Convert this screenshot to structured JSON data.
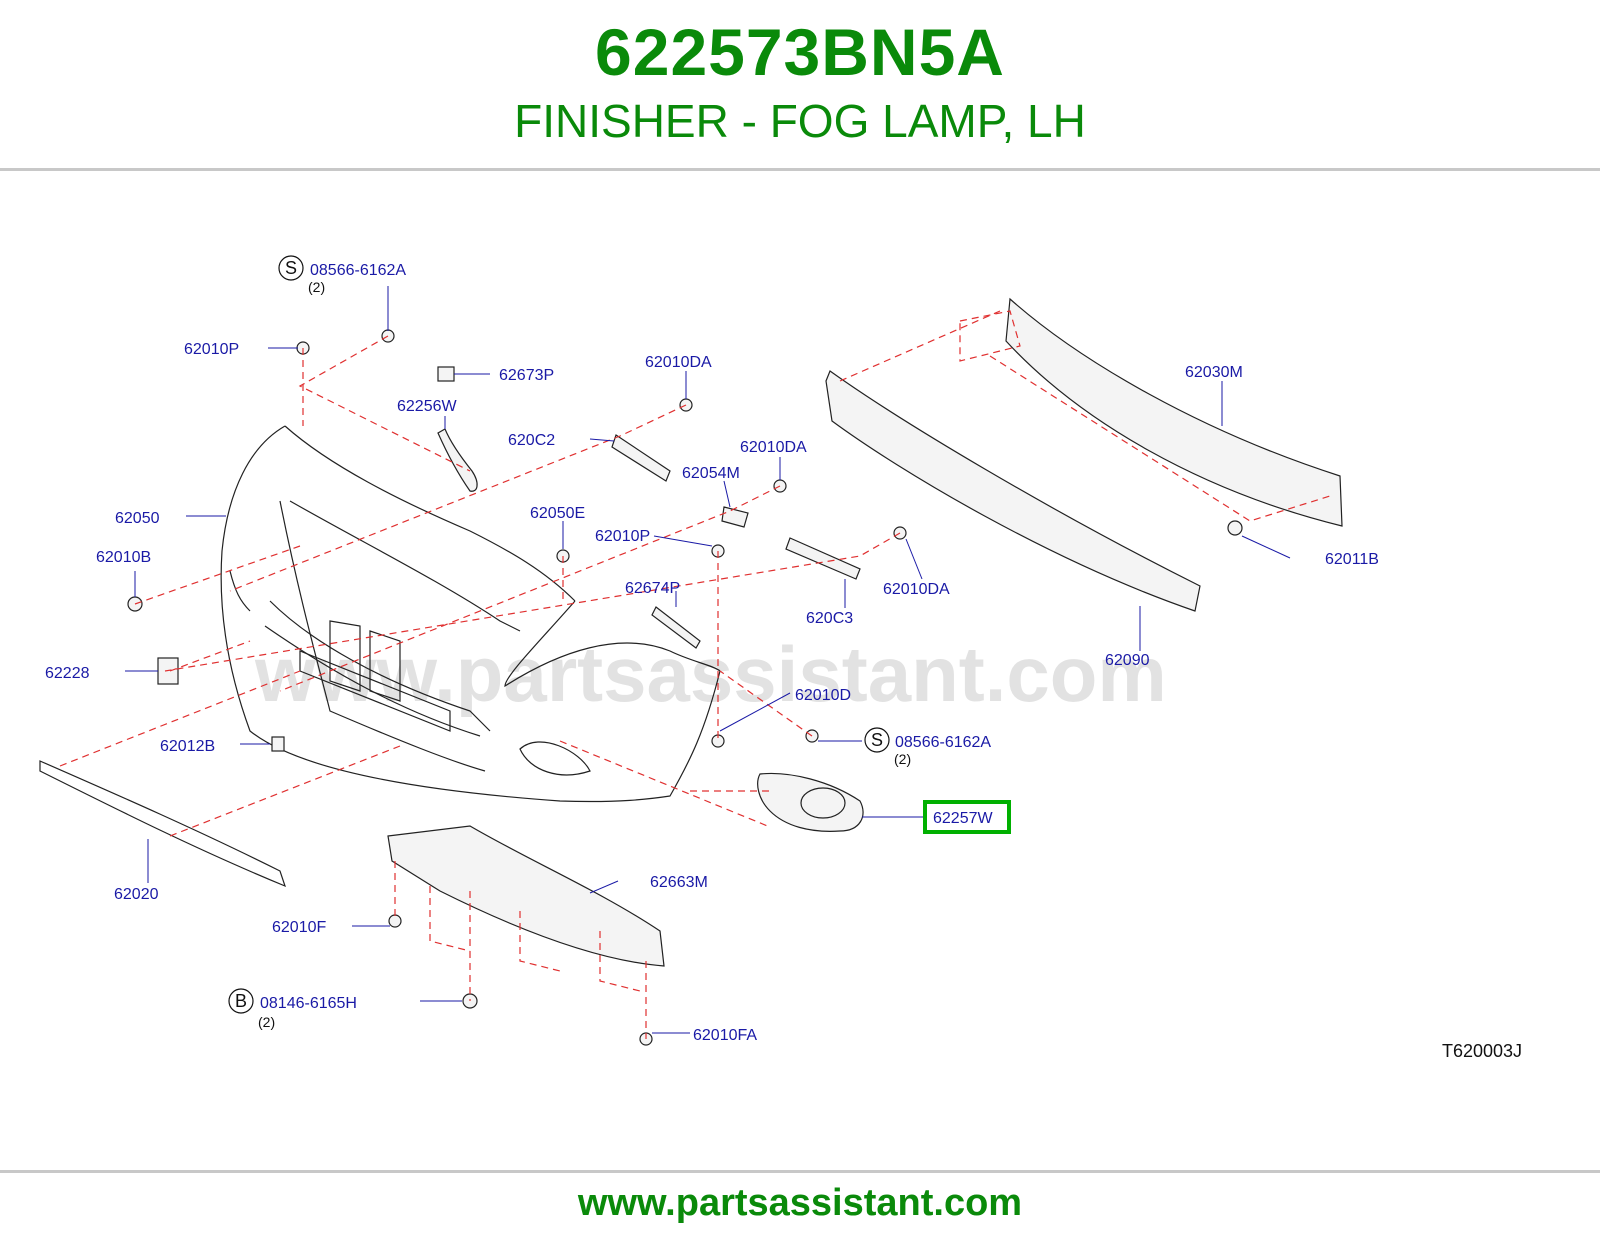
{
  "header": {
    "part_number": "622573BN5A",
    "description": "FINISHER - FOG LAMP, LH"
  },
  "diagram": {
    "watermark": "www.partsassistant.com",
    "drawing_code": "T620003J",
    "highlight_color": "#00b000",
    "labels": {
      "l_08566_top": "08566-6162A",
      "l_08566_top_qty": "(2)",
      "l_62010P_top": "62010P",
      "l_62673P": "62673P",
      "l_62256W": "62256W",
      "l_62010DA_a": "62010DA",
      "l_620C2": "620C2",
      "l_62010DA_b": "62010DA",
      "l_62054M": "62054M",
      "l_62030M": "62030M",
      "l_62050": "62050",
      "l_62050E": "62050E",
      "l_62010P_mid": "62010P",
      "l_62010DA_c": "62010DA",
      "l_62011B": "62011B",
      "l_62010B": "62010B",
      "l_62674P": "62674P",
      "l_620C3": "620C3",
      "l_62090": "62090",
      "l_62228": "62228",
      "l_62010D": "62010D",
      "l_62012B": "62012B",
      "l_08566_low": "08566-6162A",
      "l_08566_low_qty": "(2)",
      "l_62257W": "62257W",
      "l_62663M": "62663M",
      "l_62020": "62020",
      "l_62010F": "62010F",
      "l_08146": "08146-6165H",
      "l_08146_qty": "(2)",
      "l_62010FA": "62010FA",
      "sym_s_top": "S",
      "sym_s_low": "S",
      "sym_b": "B"
    }
  },
  "footer": {
    "url": "www.partsassistant.com"
  }
}
